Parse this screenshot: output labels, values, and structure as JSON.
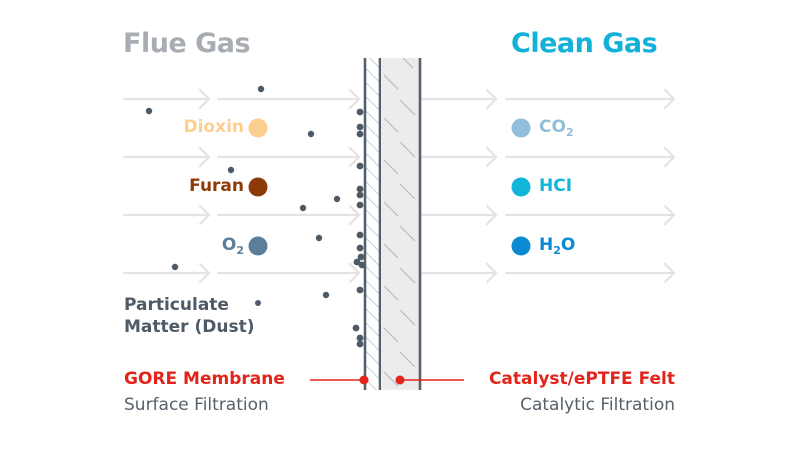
{
  "header": {
    "left_title": "Flue Gas",
    "right_title": "Clean Gas"
  },
  "colors": {
    "flue_title": "#a7adb2",
    "clean_title": "#12b1d8",
    "particle": "#4e5b66",
    "arrow": "#e3e3e3",
    "wall": "#56616b",
    "felt_fill": "#ececec",
    "callout_red": "#e3241b"
  },
  "inputs": {
    "dioxin": {
      "label": "Dioxin",
      "color": "#fdcf8f"
    },
    "furan": {
      "label": "Furan",
      "color": "#8e3a07"
    },
    "o2": {
      "label": "O",
      "subscript": "2",
      "color": "#5b7f9b"
    },
    "particulate": {
      "line1": "Particulate",
      "line2": "Matter (Dust)",
      "color": "#4e5b66"
    }
  },
  "outputs": {
    "co2": {
      "label": "CO",
      "subscript": "2",
      "color": "#91bfd9"
    },
    "hcl": {
      "label": "HCI",
      "color": "#12b5da"
    },
    "h2o": {
      "label": "H",
      "subscript": "2",
      "suffix": "O",
      "color": "#0a8ad0"
    }
  },
  "callouts": {
    "membrane": {
      "title": "GORE Membrane",
      "subtitle": "Surface Filtration"
    },
    "felt": {
      "title": "Catalyst/ePTFE Felt",
      "subtitle": "Catalytic Filtration"
    }
  }
}
